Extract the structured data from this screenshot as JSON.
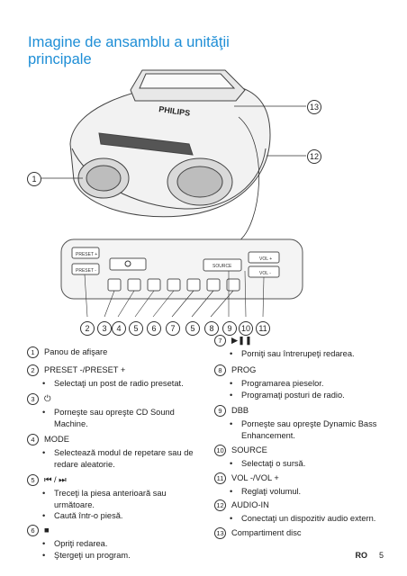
{
  "page": {
    "title_line1": "Imagine de ansamblu a unităţii",
    "title_line2": "principale",
    "footer_lang": "RO",
    "footer_page": "5"
  },
  "figure": {
    "brand": "PHILIPS",
    "source_label": "SOURCE",
    "preset_plus_label": "PRESET +",
    "preset_minus_label": "PRESET -",
    "vol_plus_label": "VOL +",
    "vol_minus_label": "VOL -",
    "callouts": [
      "1",
      "2",
      "3",
      "4",
      "5",
      "6",
      "7",
      "5",
      "8",
      "9",
      "10",
      "11",
      "12",
      "13"
    ]
  },
  "items": [
    {
      "num": "1",
      "name": "Panou de afişare",
      "bullets": []
    },
    {
      "num": "2",
      "name": "PRESET -/PRESET +",
      "bullets": [
        "Selectaţi un post de radio presetat."
      ]
    },
    {
      "num": "3",
      "name": "⏻",
      "bullets": [
        "Porneşte sau opreşte CD Sound Machine."
      ]
    },
    {
      "num": "4",
      "name": "MODE",
      "bullets": [
        "Selectează modul de repetare sau de redare aleatorie."
      ]
    },
    {
      "num": "5",
      "name": "⏮ / ⏭",
      "bullets": [
        "Treceţi la piesa anterioară sau următoare.",
        "Caută într-o piesă."
      ]
    },
    {
      "num": "6",
      "name": "■",
      "bullets": [
        "Opriţi redarea.",
        "Ştergeţi un program."
      ]
    },
    {
      "num": "7",
      "name": "▶❚❚",
      "bullets": [
        "Porniţi sau întrerupeţi redarea."
      ]
    },
    {
      "num": "8",
      "name": "PROG",
      "bullets": [
        "Programarea pieselor.",
        "Programaţi posturi de radio."
      ]
    },
    {
      "num": "9",
      "name": "DBB",
      "bullets": [
        "Porneşte sau opreşte Dynamic Bass Enhancement."
      ]
    },
    {
      "num": "10",
      "name": "SOURCE",
      "bullets": [
        "Selectaţi o sursă."
      ]
    },
    {
      "num": "11",
      "name": "VOL -/VOL +",
      "bullets": [
        "Reglaţi volumul."
      ]
    },
    {
      "num": "12",
      "name": "AUDIO-IN",
      "bullets": [
        "Conectaţi un dispozitiv audio extern."
      ]
    },
    {
      "num": "13",
      "name": "Compartiment disc",
      "bullets": []
    }
  ]
}
